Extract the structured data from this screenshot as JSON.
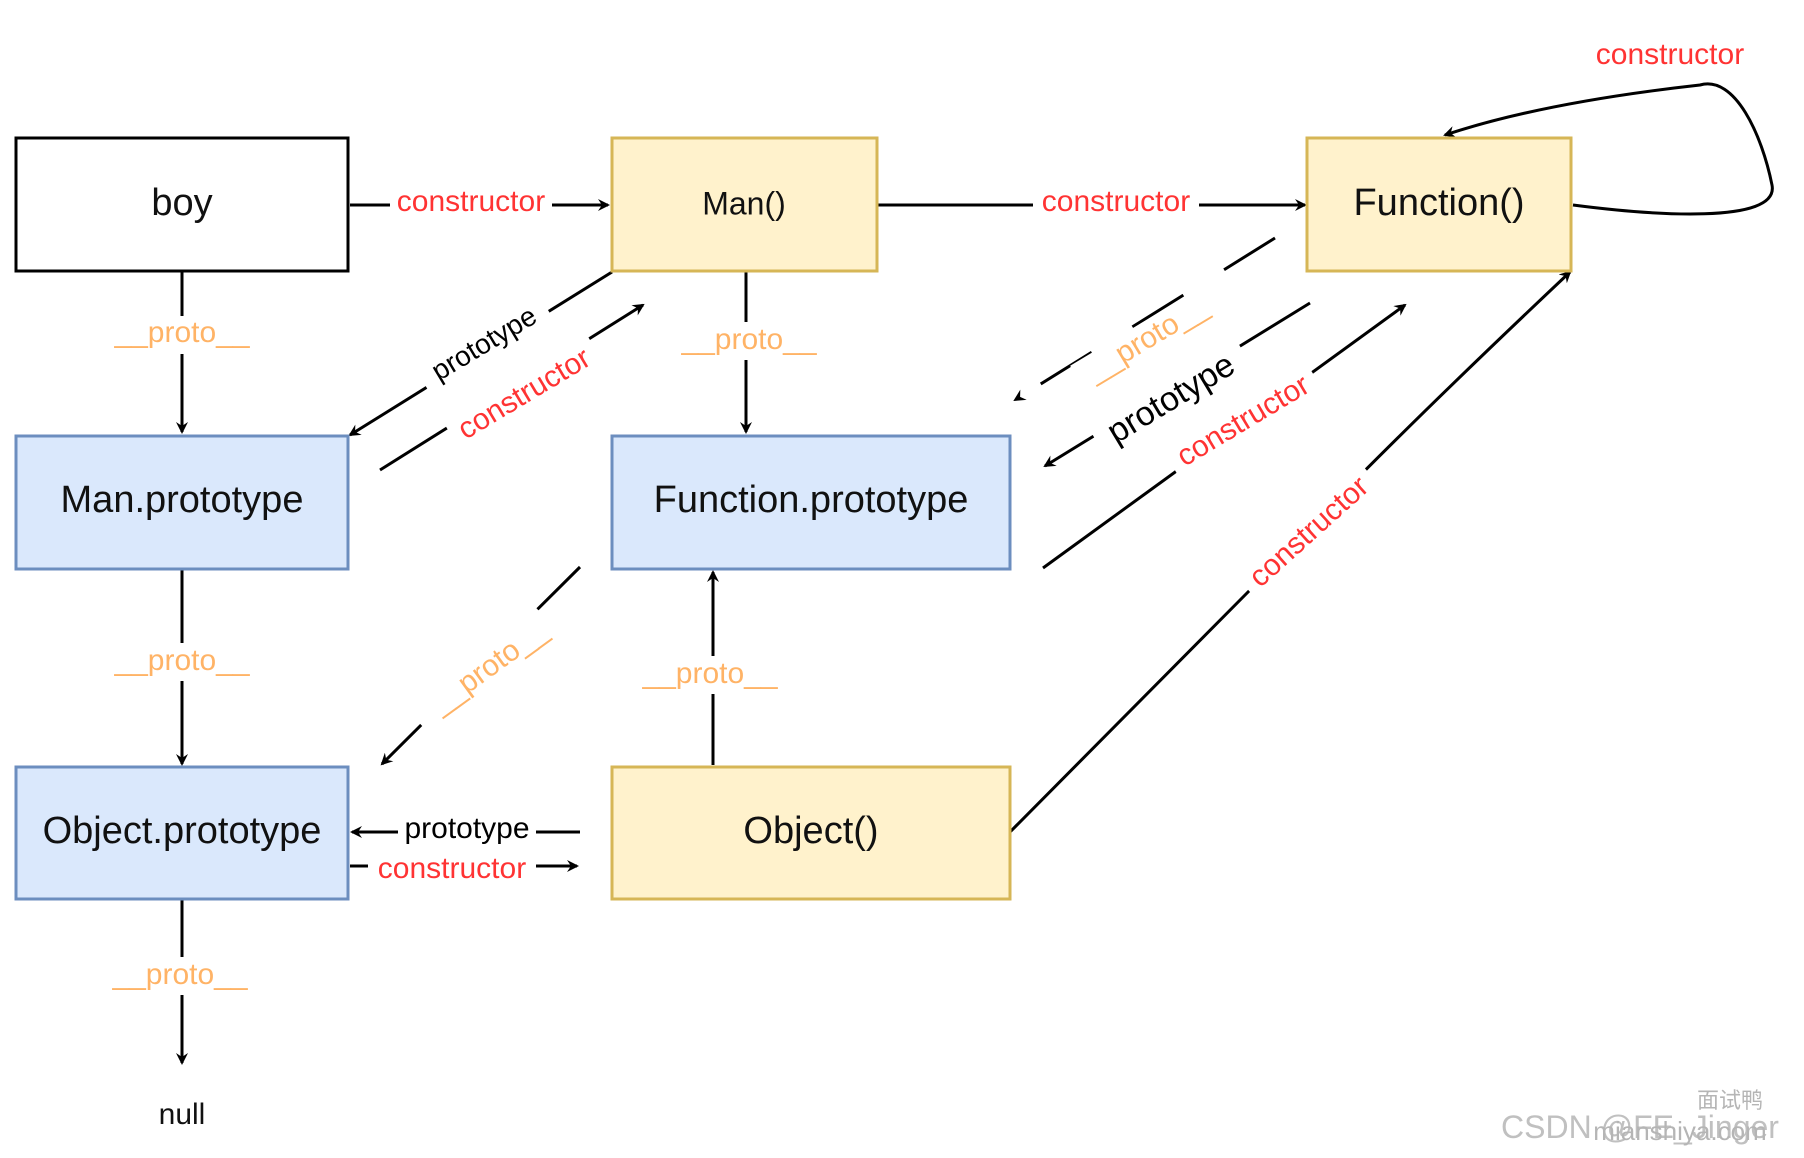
{
  "colors": {
    "plain_fill": "#ffffff",
    "plain_stroke": "#000000",
    "yellow_fill": "#fff2cc",
    "yellow_stroke": "#d6b656",
    "blue_fill": "#dae8fc",
    "blue_stroke": "#6c8ebf",
    "constructor_label": "#ff3333",
    "proto_label": "#ffb366",
    "prototype_label": "#000000",
    "edge": "#000000"
  },
  "nodes": {
    "boy": "boy",
    "man": "Man()",
    "function": "Function()",
    "man_prototype": "Man.prototype",
    "function_prototype": "Function.prototype",
    "object_prototype": "Object.prototype",
    "object": "Object()",
    "null": "null"
  },
  "labels": {
    "constructor": "constructor",
    "proto": "__proto__",
    "prototype": "prototype"
  },
  "watermark": {
    "line1": "面试鸭",
    "line2": "mianshiya.com",
    "line3": "CSDN @FE_Jinger"
  }
}
